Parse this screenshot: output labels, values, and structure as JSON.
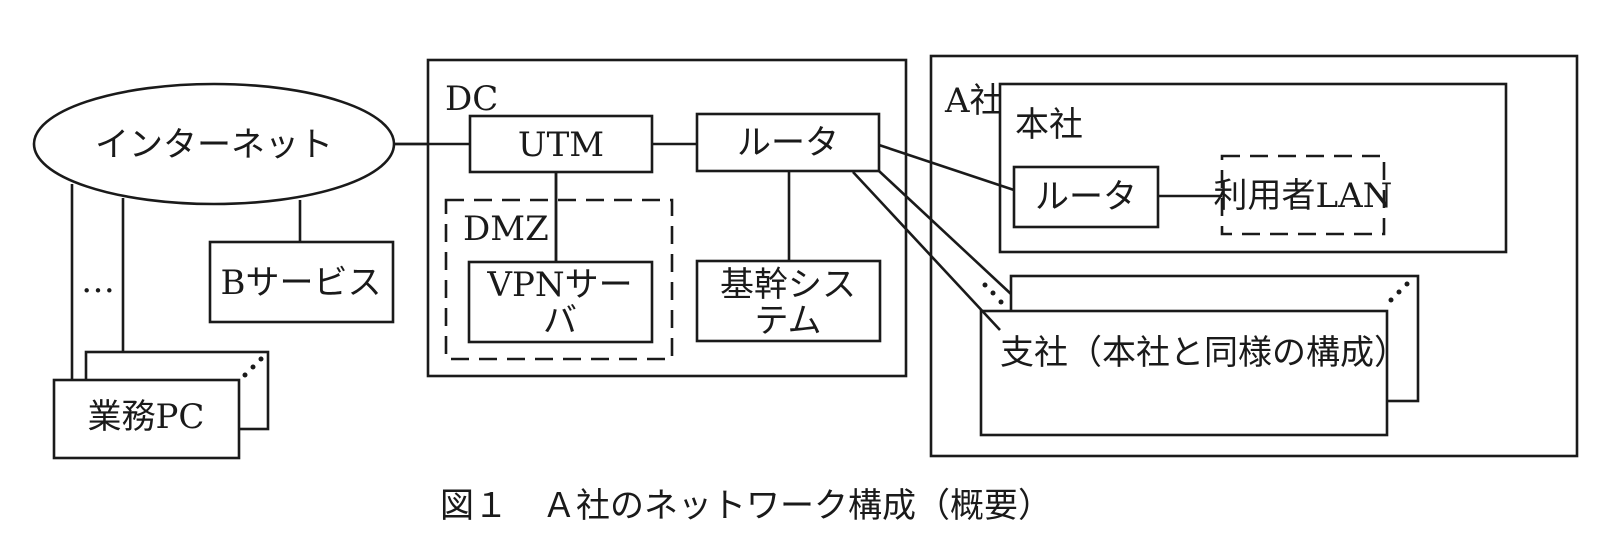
{
  "figure": {
    "caption": "図１　Ａ社のネットワーク構成（概要）"
  },
  "internet": {
    "label": "インターネット"
  },
  "b_service": {
    "label": "Bサービス"
  },
  "business_pc": {
    "label": "業務PC",
    "ellipsis": "…"
  },
  "dc": {
    "label": "DC",
    "utm": "UTM",
    "router": "ルータ",
    "dmz": {
      "label": "DMZ",
      "vpn_server_line1": "VPNサー",
      "vpn_server_line2": "バ"
    },
    "core_system_line1": "基幹シス",
    "core_system_line2": "テム"
  },
  "company_a": {
    "label": "A社",
    "head_office": {
      "label": "本社",
      "router": "ルータ",
      "user_lan": "利用者LAN"
    },
    "branch": {
      "label": "支社（本社と同様の構成）"
    }
  },
  "colors": {
    "line": "#1a1a1a",
    "background": "#ffffff"
  }
}
